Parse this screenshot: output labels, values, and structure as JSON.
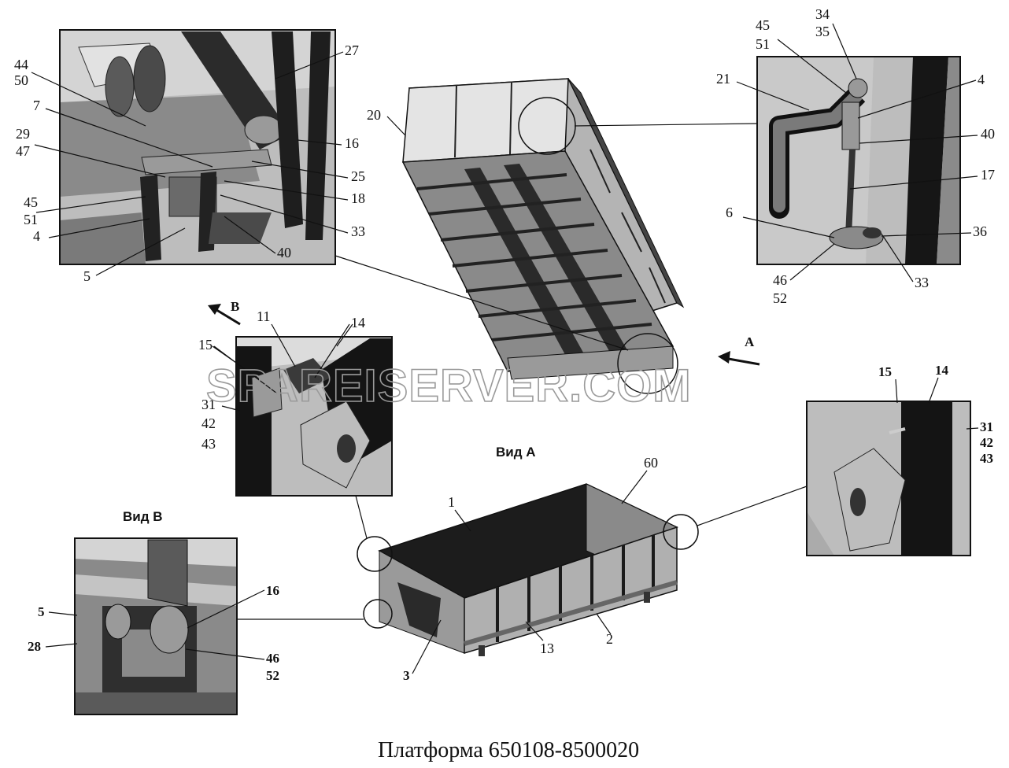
{
  "title": "Платформа 650108-8500020",
  "watermark": "SPAREISERVER.COM",
  "views": {
    "view_a": "Вид А",
    "view_b": "Вид В"
  },
  "arrows": {
    "a": "А",
    "b": "В"
  },
  "callouts": {
    "top_left": [
      "44",
      "50",
      "7",
      "29",
      "47",
      "45",
      "51",
      "4",
      "5",
      "27",
      "16",
      "25",
      "18",
      "33",
      "40"
    ],
    "top_right": [
      "34",
      "35",
      "45",
      "51",
      "21",
      "4",
      "40",
      "17",
      "6",
      "36",
      "46",
      "52",
      "33"
    ],
    "top_center": [
      "20"
    ],
    "mid_left": [
      "11",
      "14",
      "15",
      "31",
      "42",
      "43"
    ],
    "mid_right": [
      "15",
      "14",
      "31",
      "42",
      "43"
    ],
    "bottom_left": [
      "5",
      "28",
      "16",
      "46",
      "52"
    ],
    "bottom_center": [
      "60",
      "1",
      "2",
      "13",
      "3"
    ]
  },
  "colors": {
    "line": "#111111",
    "panel_dark": "#3a3a3a",
    "panel_mid": "#7a7a7a",
    "panel_light": "#c8c8c8",
    "watermark": "#9a9a9a"
  }
}
